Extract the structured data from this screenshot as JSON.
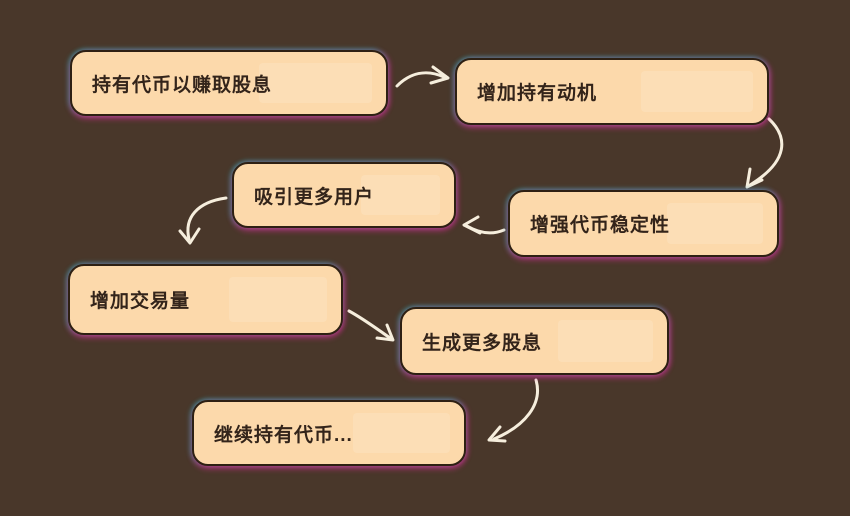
{
  "diagram": {
    "title": "token-dividend-flywheel",
    "background_color": "#49372a",
    "node_fill_color": "#fcd9ab",
    "node_border_color": "#2e2013",
    "glow_pink": "#ff2fb4",
    "glow_cyan": "#35d6e8",
    "arrow_color": "#f6eedd",
    "text_color": "#33241a"
  },
  "nodes": [
    {
      "id": "hold-tokens",
      "label": "持有代币以赚取股息"
    },
    {
      "id": "increase-motivation",
      "label": "增加持有动机"
    },
    {
      "id": "attract-users",
      "label": "吸引更多用户"
    },
    {
      "id": "enhance-stability",
      "label": "增强代币稳定性"
    },
    {
      "id": "increase-volume",
      "label": "增加交易量"
    },
    {
      "id": "generate-dividends",
      "label": "生成更多股息"
    },
    {
      "id": "keep-holding",
      "label": "继续持有代币..."
    }
  ],
  "edges": [
    {
      "from": "hold-tokens",
      "to": "increase-motivation"
    },
    {
      "from": "increase-motivation",
      "to": "enhance-stability"
    },
    {
      "from": "enhance-stability",
      "to": "attract-users"
    },
    {
      "from": "attract-users",
      "to": "increase-volume"
    },
    {
      "from": "increase-volume",
      "to": "generate-dividends"
    },
    {
      "from": "generate-dividends",
      "to": "keep-holding"
    }
  ]
}
